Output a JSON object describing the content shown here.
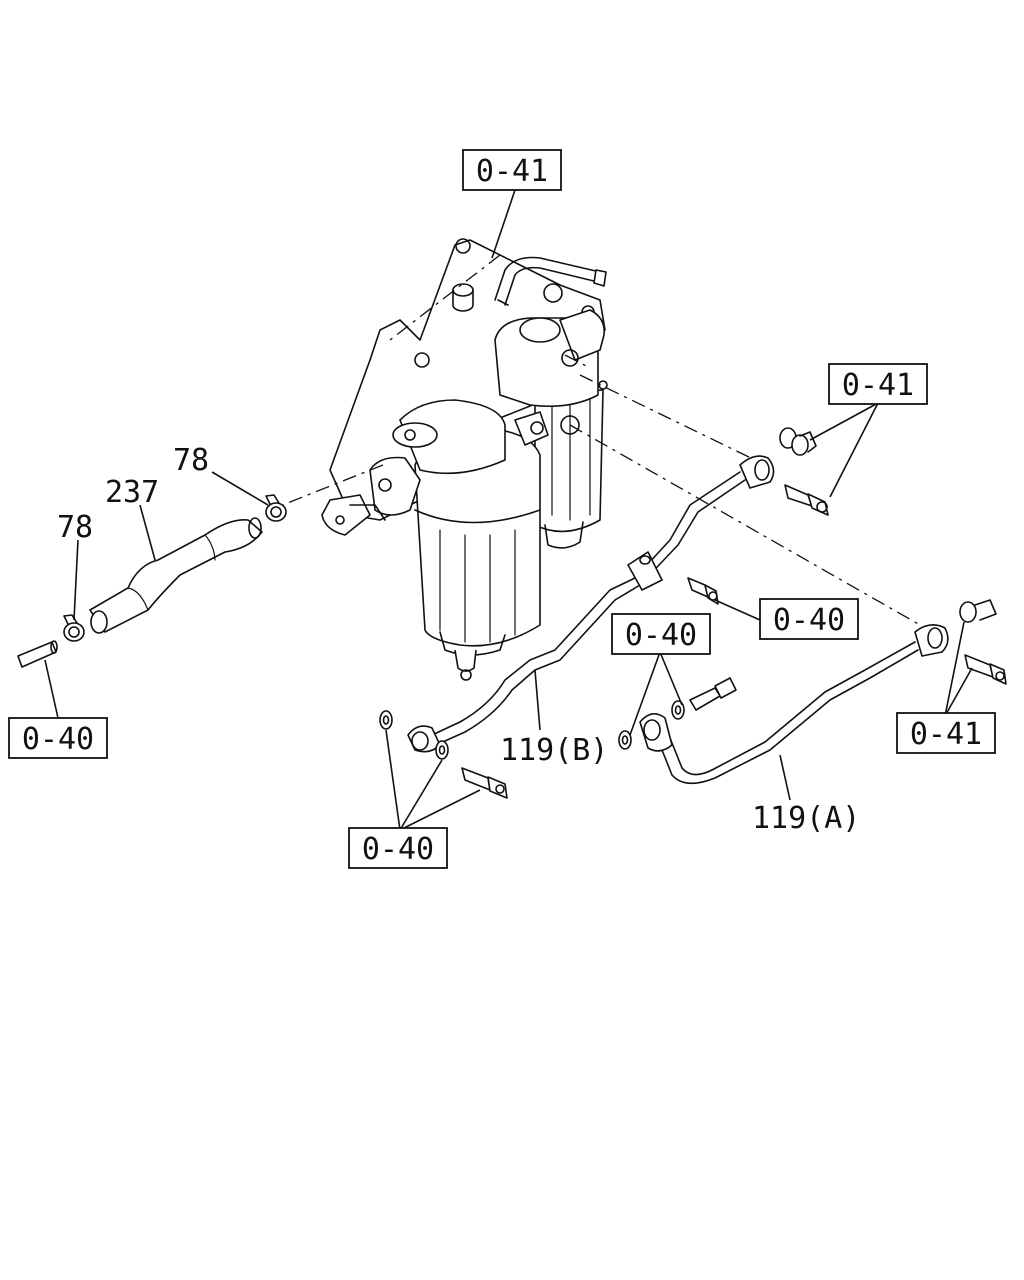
{
  "diagram": {
    "ref_boxes": {
      "top": "0-41",
      "right_upper": "0-41",
      "right_lower": "0-41",
      "mid_bolt": "0-40",
      "center": "0-40",
      "left": "0-40",
      "bottom": "0-40"
    },
    "part_labels": {
      "clamp_upper": "78",
      "hose": "237",
      "clamp_lower": "78",
      "pipe_b": "119(B)",
      "pipe_a": "119(A)"
    }
  }
}
